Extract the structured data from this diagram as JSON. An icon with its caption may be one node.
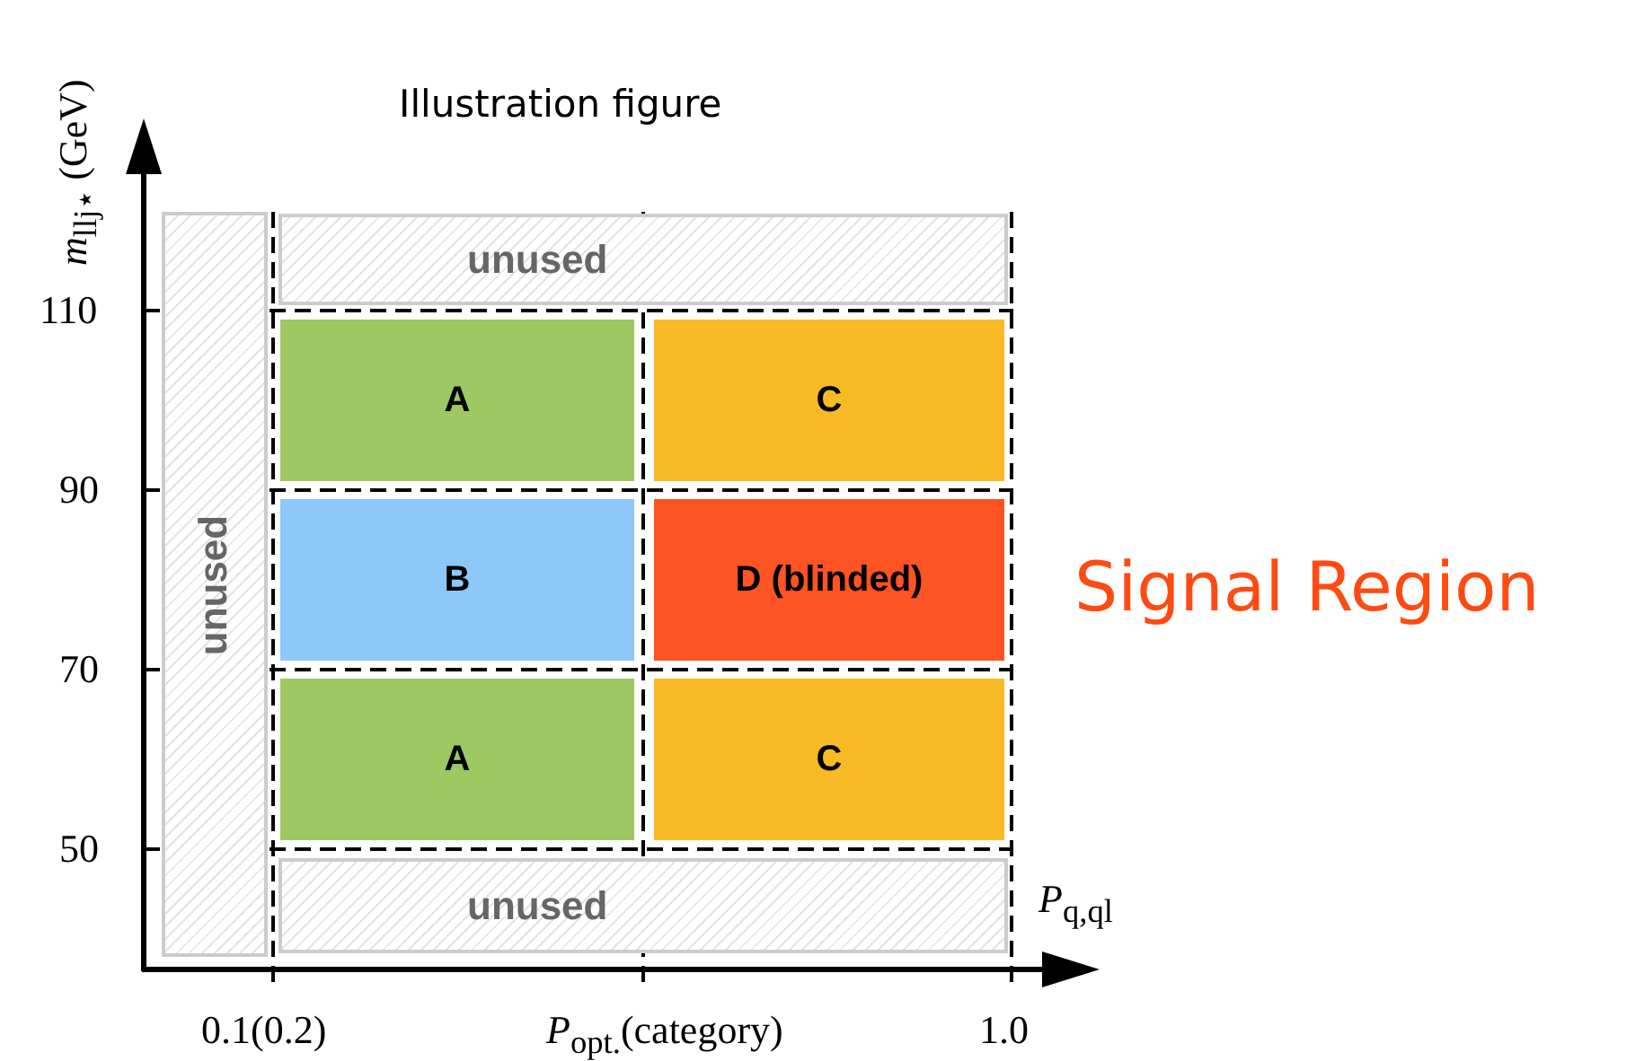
{
  "diagram": {
    "title": "Illustration figure",
    "nodes": [
      {
        "text": [
          "unused"
        ]
      },
      {
        "text": [
          "unused"
        ]
      },
      {
        "text": [
          "A"
        ]
      },
      {
        "text": [
          "C"
        ]
      },
      {
        "text": [
          "B"
        ]
      },
      {
        "text": [
          "D (blinded)"
        ]
      },
      {
        "text": [
          "A"
        ]
      },
      {
        "text": [
          "C"
        ]
      },
      {
        "text": [
          "unused"
        ]
      }
    ],
    "edges": [],
    "labels": [
      "*m*$_{llj⋆}$ (GeV)",
      "110",
      "90",
      "70",
      "50",
      "0.1(0.2)",
      "*P*$_{opt.}$(category)",
      "1.0",
      "*P*$_{q,ql}$",
      "Signal Region"
    ]
  }
}
